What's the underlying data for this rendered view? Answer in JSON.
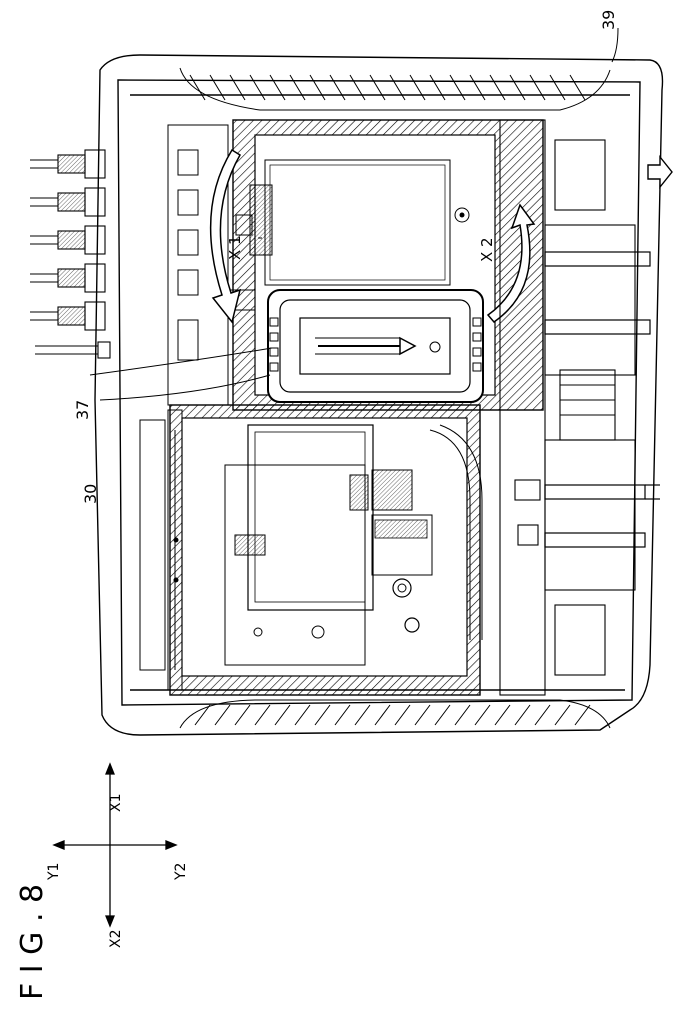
{
  "figure_label": "F I G . 8",
  "axes": {
    "x1": "X1",
    "x2": "X2",
    "y1": "Y1",
    "y2": "Y2"
  },
  "callouts": {
    "c39": "39",
    "c37": "37",
    "c30": "30",
    "arrow_x1": "X 1",
    "arrow_x2": "X 2"
  }
}
